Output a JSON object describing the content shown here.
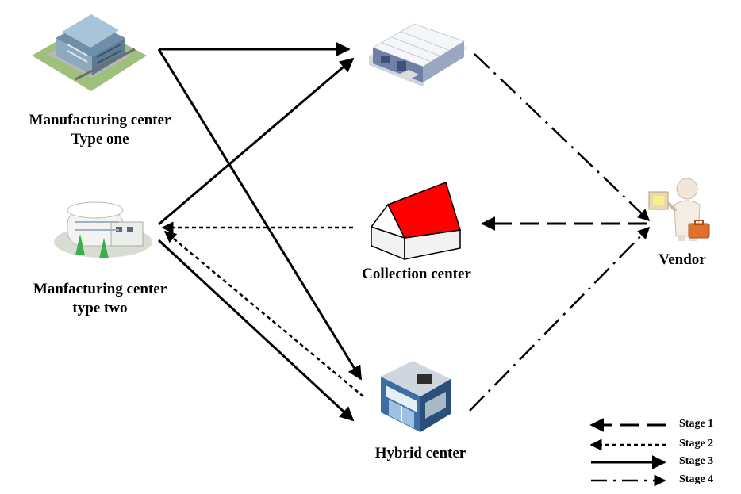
{
  "nodes": {
    "manufacturing_one": {
      "line1": "Manufacturing center",
      "line2": "Type one"
    },
    "manufacturing_two": {
      "line1": "Manfacturing center",
      "line2": "type two"
    },
    "collection_center": {
      "label": "Collection center"
    },
    "hybrid_center": {
      "label": "Hybrid center"
    },
    "vendor": {
      "label": "Vendor"
    },
    "warehouse": {
      "label": ""
    }
  },
  "legend": [
    {
      "label": "Stage 1",
      "style": "long-dash",
      "direction": "left"
    },
    {
      "label": "Stage 2",
      "style": "short-dash",
      "direction": "left"
    },
    {
      "label": "Stage 3",
      "style": "solid",
      "direction": "right"
    },
    {
      "label": "Stage 4",
      "style": "dash-dot",
      "direction": "right"
    }
  ],
  "colors": {
    "line": "#000000",
    "collection_roof": "#ff0000",
    "collection_wall": "#f2f2f2",
    "building_blue": "#3a6ea5",
    "vendor_skin": "#f0e6da",
    "vendor_case": "#e0702a"
  }
}
